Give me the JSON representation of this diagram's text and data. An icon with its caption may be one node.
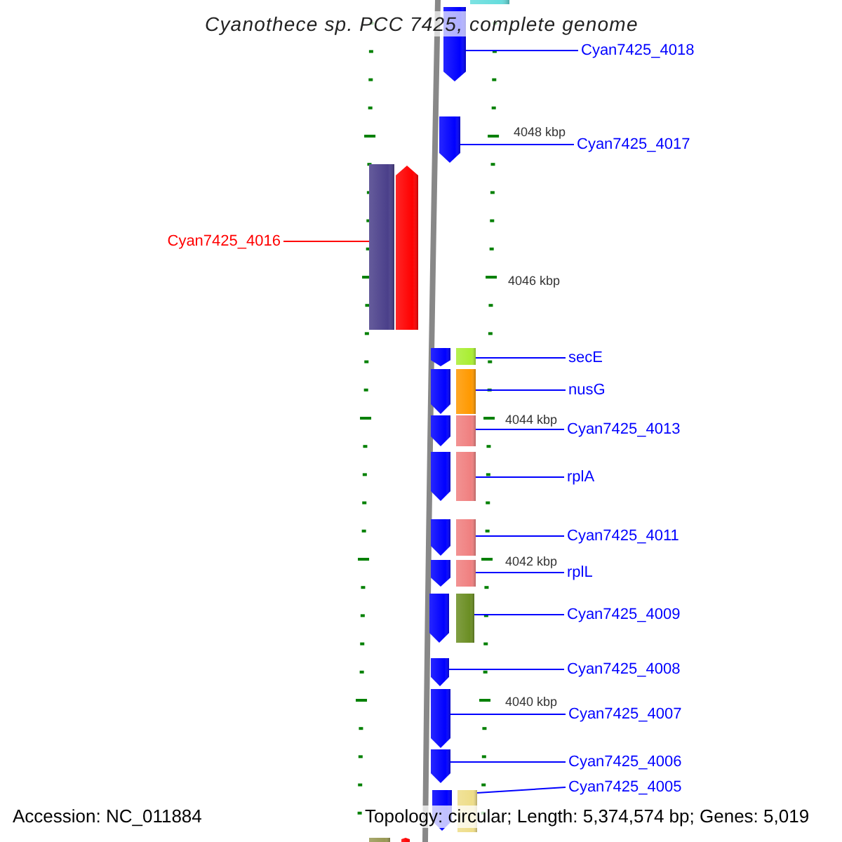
{
  "diagram": {
    "title": "Cyanothece sp. PCC 7425, complete genome",
    "nodes": [
      {
        "text": [],
        "shape": "bar"
      },
      {
        "text": [],
        "shape": "pentagon"
      },
      {
        "text": [
          "Cyan7425_4018"
        ]
      },
      {
        "text": [],
        "shape": "pentagon"
      },
      {
        "text": [
          "Cyan7425_4017"
        ]
      },
      {
        "text": [],
        "shape": "bar"
      },
      {
        "text": [],
        "shape": "pentagon"
      },
      {
        "text": [
          "Cyan7425_4016"
        ]
      },
      {
        "text": [],
        "shape": "pentagon"
      },
      {
        "text": [],
        "shape": "bar"
      },
      {
        "text": [
          "secE"
        ]
      },
      {
        "text": [],
        "shape": "pentagon"
      },
      {
        "text": [],
        "shape": "bar"
      },
      {
        "text": [
          "nusG"
        ]
      },
      {
        "text": [],
        "shape": "pentagon"
      },
      {
        "text": [],
        "shape": "bar"
      },
      {
        "text": [
          "Cyan7425_4013"
        ]
      },
      {
        "text": [],
        "shape": "pentagon"
      },
      {
        "text": [],
        "shape": "bar"
      },
      {
        "text": [
          "rplA"
        ]
      },
      {
        "text": [],
        "shape": "pentagon"
      },
      {
        "text": [],
        "shape": "bar"
      },
      {
        "text": [
          "Cyan7425_4011"
        ]
      },
      {
        "text": [],
        "shape": "pentagon"
      },
      {
        "text": [],
        "shape": "bar"
      },
      {
        "text": [
          "rplL"
        ]
      },
      {
        "text": [],
        "shape": "pentagon"
      },
      {
        "text": [],
        "shape": "bar"
      },
      {
        "text": [
          "Cyan7425_4009"
        ]
      },
      {
        "text": [],
        "shape": "pentagon"
      },
      {
        "text": [
          "Cyan7425_4008"
        ]
      },
      {
        "text": [],
        "shape": "pentagon"
      },
      {
        "text": [
          "Cyan7425_4007"
        ]
      },
      {
        "text": [],
        "shape": "pentagon"
      },
      {
        "text": [
          "Cyan7425_4006"
        ]
      },
      {
        "text": [],
        "shape": "pentagon"
      },
      {
        "text": [],
        "shape": "bar"
      },
      {
        "text": [
          "Cyan7425_4005"
        ]
      },
      {
        "text": [],
        "shape": "bar"
      },
      {
        "text": [],
        "shape": "pentagon"
      }
    ],
    "edges": [
      {
        "from": 2,
        "to": 1,
        "arrow": "none"
      },
      {
        "from": 4,
        "to": 3,
        "arrow": "none"
      },
      {
        "from": 7,
        "to": 5,
        "arrow": "none",
        "color": "#ff0000"
      },
      {
        "from": 10,
        "to": 9,
        "arrow": "none"
      },
      {
        "from": 13,
        "to": 12,
        "arrow": "none"
      },
      {
        "from": 16,
        "to": 15,
        "arrow": "none"
      },
      {
        "from": 19,
        "to": 18,
        "arrow": "none"
      },
      {
        "from": 22,
        "to": 21,
        "arrow": "none"
      },
      {
        "from": 25,
        "to": 24,
        "arrow": "none"
      },
      {
        "from": 28,
        "to": 27,
        "arrow": "none"
      },
      {
        "from": 30,
        "to": 29,
        "arrow": "none"
      },
      {
        "from": 32,
        "to": 31,
        "arrow": "none"
      },
      {
        "from": 34,
        "to": 33,
        "arrow": "none"
      },
      {
        "from": 37,
        "to": 36,
        "arrow": "none"
      }
    ],
    "labels": [
      "4048 kbp",
      "4046 kbp",
      "4044 kbp",
      "4042 kbp",
      "4040 kbp",
      "Accession: NC_011884",
      "Topology: circular; Length: 5,374,574 bp; Genes: 5,019"
    ]
  }
}
